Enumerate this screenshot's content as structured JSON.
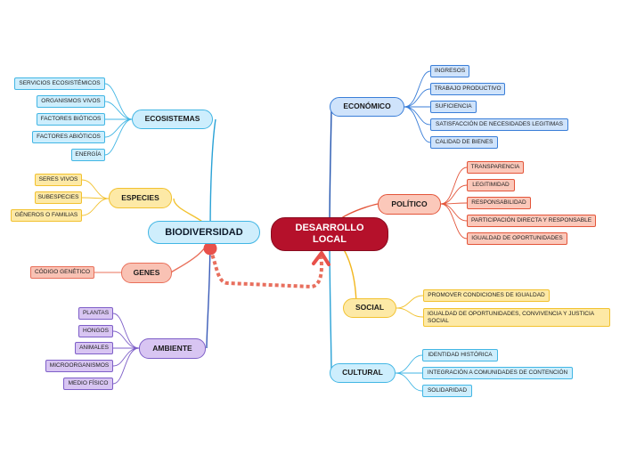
{
  "central_right": {
    "label": "DESARROLLO LOCAL",
    "line1": "DESARROLLO",
    "line2": "LOCAL"
  },
  "central_left": {
    "label": "BIODIVERSIDAD"
  },
  "left": {
    "ecosistemas": {
      "label": "ECOSISTEMAS",
      "items": [
        "SERVICIOS ECOSISTÉMICOS",
        "ORGANISMOS VIVOS",
        "FACTORES BIÓTICOS",
        "FACTORES ABIÓTICOS",
        "ENERGÍA"
      ]
    },
    "especies": {
      "label": "ESPECIES",
      "items": [
        "SERES VIVOS",
        "SUBESPECIES",
        "GÉNEROS O FAMILIAS"
      ]
    },
    "genes": {
      "label": "GENES",
      "items": [
        "CÓDIGO GENÉTICO"
      ]
    },
    "ambiente": {
      "label": "AMBIENTE",
      "items": [
        "PLANTAS",
        "HONGOS",
        "ANIMALES",
        "MICROORGANISMOS",
        "MEDIO FÍSICO"
      ]
    }
  },
  "right": {
    "economico": {
      "label": "ECONÓMICO",
      "items": [
        "INGRESOS",
        "TRABAJO PRODUCTIVO",
        "SUFICIENCIA",
        "SATISFACCIÓN DE NECESIDADES LEGITIMAS",
        "CALIDAD DE BIENES"
      ]
    },
    "politico": {
      "label": "POLÍTICO",
      "items": [
        "TRANSPARENCIA",
        "LEGITIMIDAD",
        "RESPONSABILIDAD",
        "PARTICIPACIÓN DIRECTA Y RESPONSABLE",
        "IGUALDAD DE OPORTUNIDADES"
      ]
    },
    "social": {
      "label": "SOCIAL",
      "items": [
        "PROMOVER CONDICIONES DE IGUALDAD",
        "IGUALDAD DE OPORTUNIDADES, CONVIVENCIA Y JUSTICIA SOCIAL"
      ]
    },
    "cultural": {
      "label": "CULTURAL",
      "items": [
        "IDENTIDAD HISTÓRICA",
        "INTEGRACIÓN A COMUNIDADES DE CONTENCIÓN",
        "SOLIDARIDAD"
      ]
    }
  },
  "colors": {
    "central_right_bg": "#b5112b",
    "central_left_bg": "#cfeefc",
    "relation_arrow": "#e86f5e",
    "ecosistemas": "#42b6e4",
    "especies": "#f2c230",
    "genes": "#e9705b",
    "ambiente": "#7e5fc8",
    "economico": "#3a7ed8",
    "politico": "#e3553a",
    "social": "#f2c230",
    "cultural": "#42b6e4"
  }
}
